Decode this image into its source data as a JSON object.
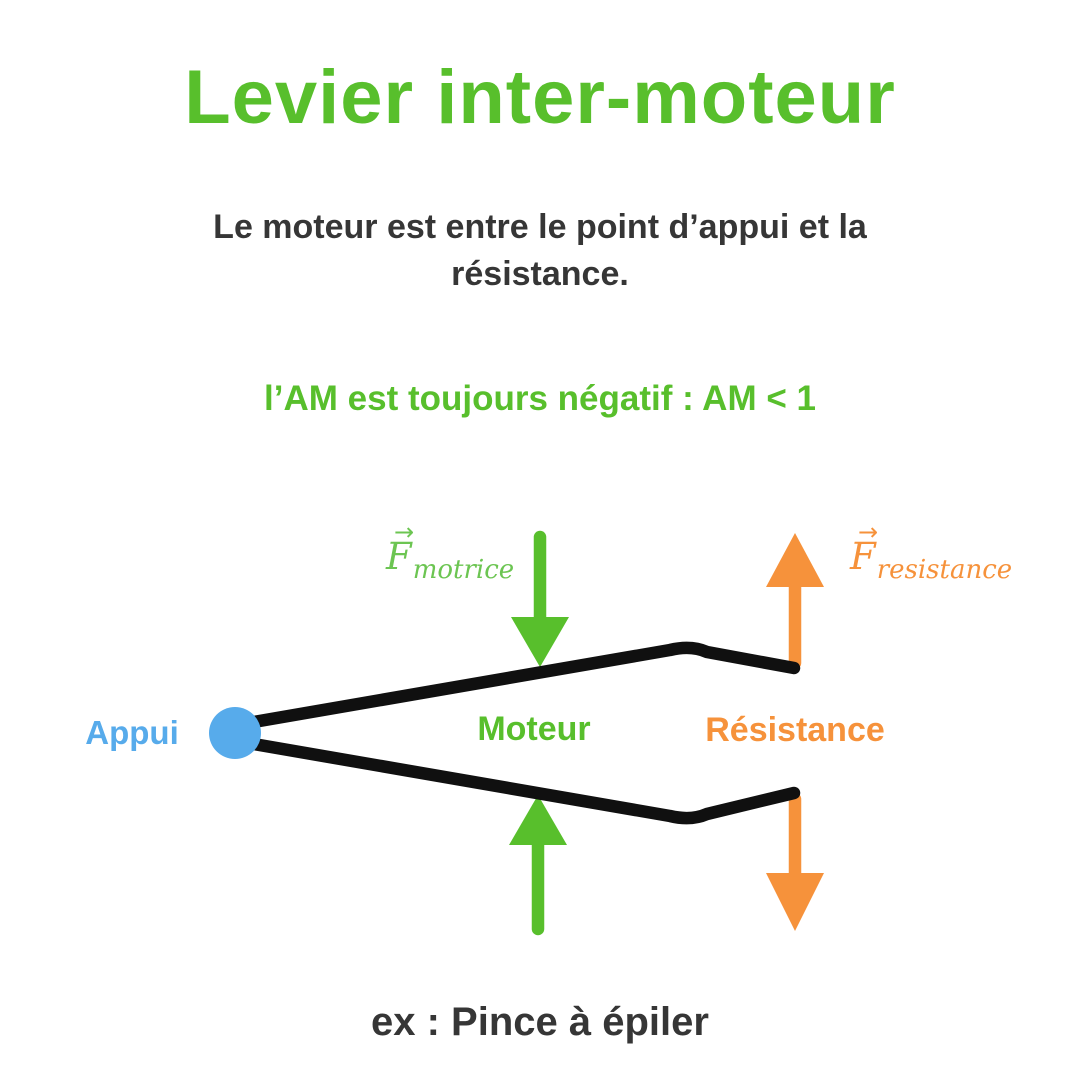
{
  "colors": {
    "green": "#58bf2c",
    "green_formula": "#6cc552",
    "orange": "#f6923b",
    "blue": "#57abeb",
    "ink": "#101010",
    "text_dark": "#363636",
    "background": "#ffffff"
  },
  "header": {
    "title": "Levier inter-moteur",
    "subtitle_lines": [
      "Le moteur est entre le point d’appui et la",
      "résistance."
    ],
    "rule": "l’AM est toujours négatif : AM < 1"
  },
  "diagram": {
    "pivot_label": "Appui",
    "effort_label": "Moteur",
    "load_label": "Résistance",
    "force_motrice": {
      "vector_arrow": "→",
      "symbol": "F",
      "subscript": "motrice"
    },
    "force_resistance": {
      "vector_arrow": "→",
      "symbol": "F",
      "subscript": "resistance"
    }
  },
  "footer": {
    "example": "ex : Pince à épiler"
  }
}
